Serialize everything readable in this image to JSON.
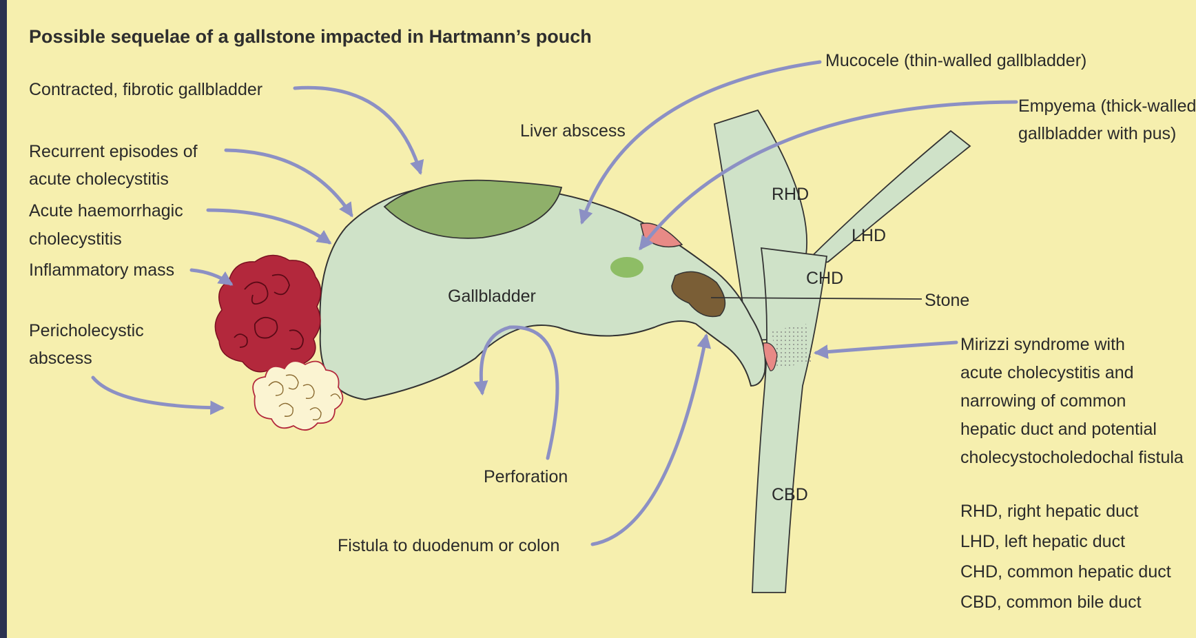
{
  "title": "Possible sequelae of a gallstone impacted in Hartmann’s pouch",
  "labels": {
    "contracted": "Contracted, fibrotic gallbladder",
    "recurrent_1": "Recurrent episodes of",
    "recurrent_2": "acute cholecystitis",
    "haemorrhagic_1": "Acute haemorrhagic",
    "haemorrhagic_2": "cholecystitis",
    "inflammatory": "Inflammatory mass",
    "pericholecystic_1": "Pericholecystic",
    "pericholecystic_2": "abscess",
    "liver_abscess": "Liver abscess",
    "mucocele": "Mucocele (thin-walled gallbladder)",
    "empyema_1": "Empyema (thick-walled",
    "empyema_2": "gallbladder with pus)",
    "gallbladder": "Gallbladder",
    "stone": "Stone",
    "perforation": "Perforation",
    "fistula": "Fistula to duodenum or colon",
    "mirizzi_1": "Mirizzi syndrome with",
    "mirizzi_2": "acute cholecystitis and",
    "mirizzi_3": "narrowing of common",
    "mirizzi_4": "hepatic duct and potential",
    "mirizzi_5": "cholecystocholedochal fistula"
  },
  "ducts": {
    "rhd": "RHD",
    "lhd": "LHD",
    "chd": "CHD",
    "cbd": "CBD"
  },
  "key": [
    "RHD, right hepatic duct",
    "LHD, left hepatic duct",
    "CHD, common hepatic duct",
    "CBD, common bile duct"
  ],
  "colors": {
    "background": "#f6efae",
    "gallbladder_fill": "#cfe2c8",
    "contracted_fill": "#8fb06a",
    "arrow": "#8c90c4",
    "inflammatory_mass": "#b3283c",
    "stone": "#7a5e36",
    "mirizzi_mark": "#e88a86"
  }
}
